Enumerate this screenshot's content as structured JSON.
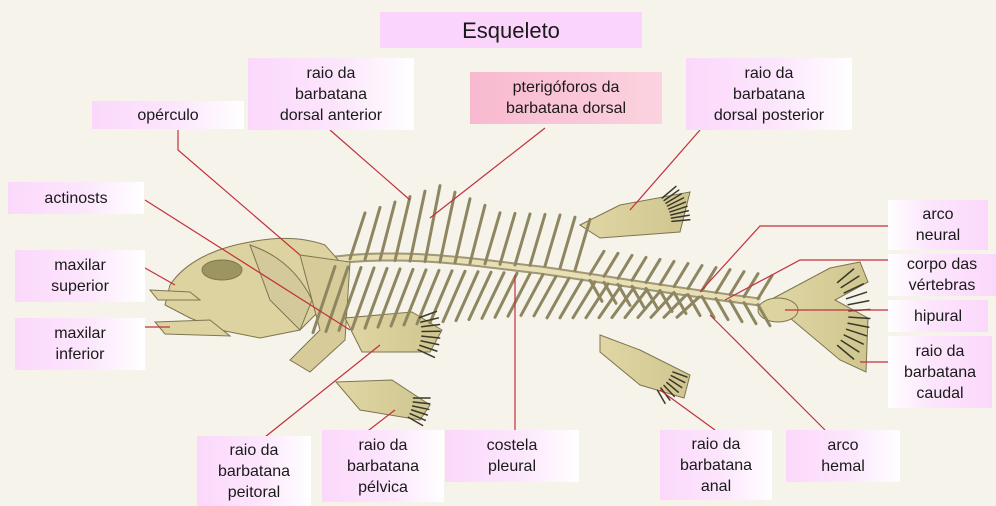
{
  "title": "Esqueleto",
  "labels": {
    "operculo": "opérculo",
    "dorsal_anterior": "raio da\nbarbatana\ndorsal anterior",
    "pterigoforos": "pterigóforos da\nbarbatana dorsal",
    "dorsal_posterior": "raio da\nbarbatana\ndorsal posterior",
    "actinosts": "actinosts",
    "maxilar_superior": "maxilar\nsuperior",
    "maxilar_inferior": "maxilar\ninferior",
    "arco_neural": "arco\nneural",
    "corpo_vertebras": "corpo das\nvértebras",
    "hipural": "hipural",
    "raio_caudal": "raio da\nbarbatana\ncaudal",
    "raio_peitoral": "raio da\nbarbatana\npeitoral",
    "raio_pelvica": "raio da\nbarbatana\npélvica",
    "costela_pleural": "costela\npleural",
    "raio_anal": "raio da\nbarbatana\nanal",
    "arco_hemal": "arco\nhemal"
  },
  "colors": {
    "bone": "#ddd3a1",
    "bone_stroke": "#7d7550",
    "line": "#c2303e",
    "label_bg": "#fbd8fb"
  }
}
